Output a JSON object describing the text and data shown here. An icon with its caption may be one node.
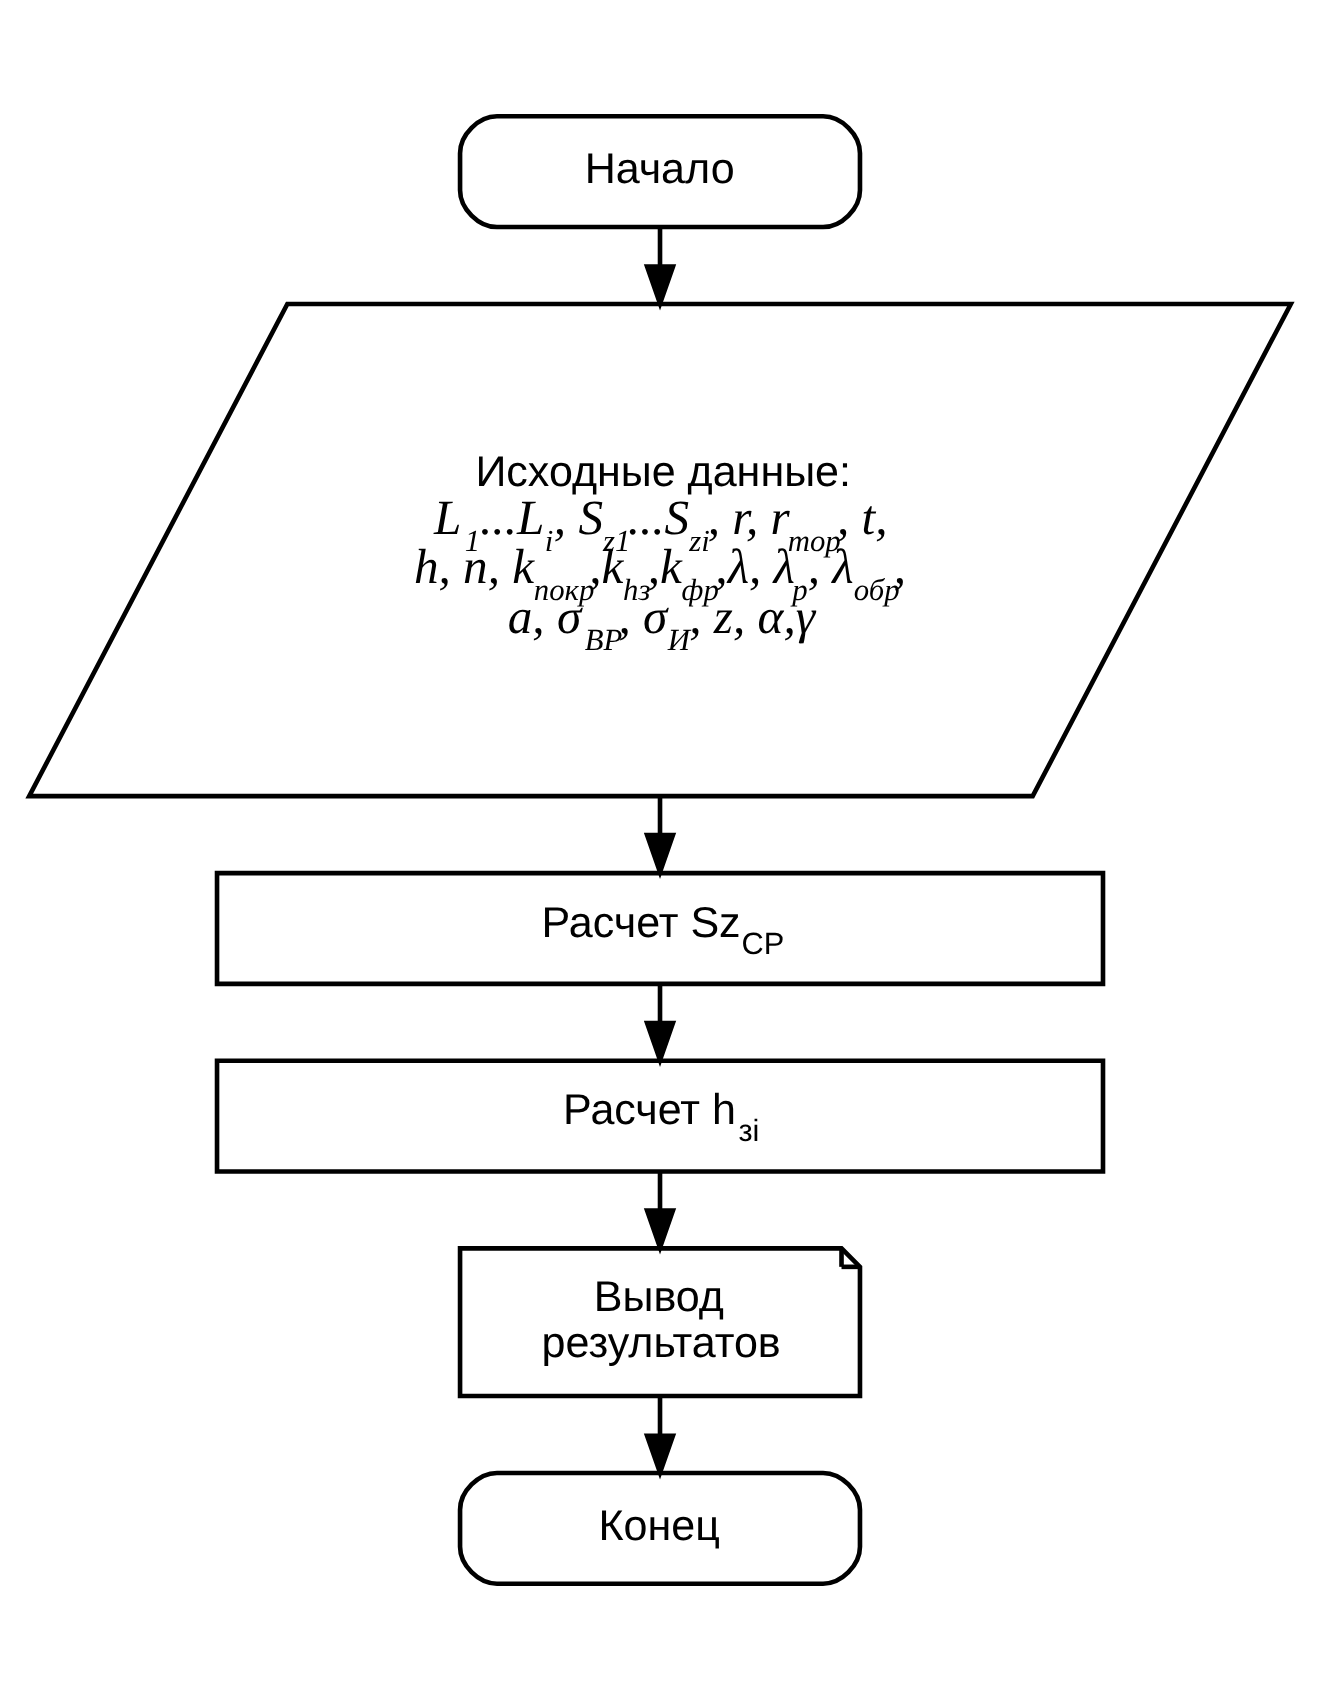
{
  "diagram": {
    "nodes": [
      {
        "text": [
          "Начало"
        ]
      },
      {
        "text": [
          "Исходные данные:",
          "L$_{1}$...L$_{i}$, S$_{z1}$...S$_{zi}$, r, r$_{тор}$, t, h, n, k$_{покр}$,k$_{hз}$,k$_{фр}$,λ, λ$_{р}$, λ$_{обр}$, a, σ$_{ВР}$, σ$_{И}$, z, α,γ"
        ]
      },
      {
        "text": [
          "Расчет Sz$_{СР}$"
        ]
      },
      {
        "text": [
          "Расчет h$_{зi}$"
        ]
      },
      {
        "text": [
          "Вывод результатов"
        ]
      },
      {
        "text": [
          "Конец"
        ]
      }
    ],
    "edges": [
      {
        "from": 0,
        "to": 1,
        "arrow": "to"
      },
      {
        "from": 1,
        "to": 2,
        "arrow": "to"
      },
      {
        "from": 2,
        "to": 3,
        "arrow": "to"
      },
      {
        "from": 3,
        "to": 4,
        "arrow": "to"
      },
      {
        "from": 4,
        "to": 5,
        "arrow": "to"
      }
    ]
  }
}
